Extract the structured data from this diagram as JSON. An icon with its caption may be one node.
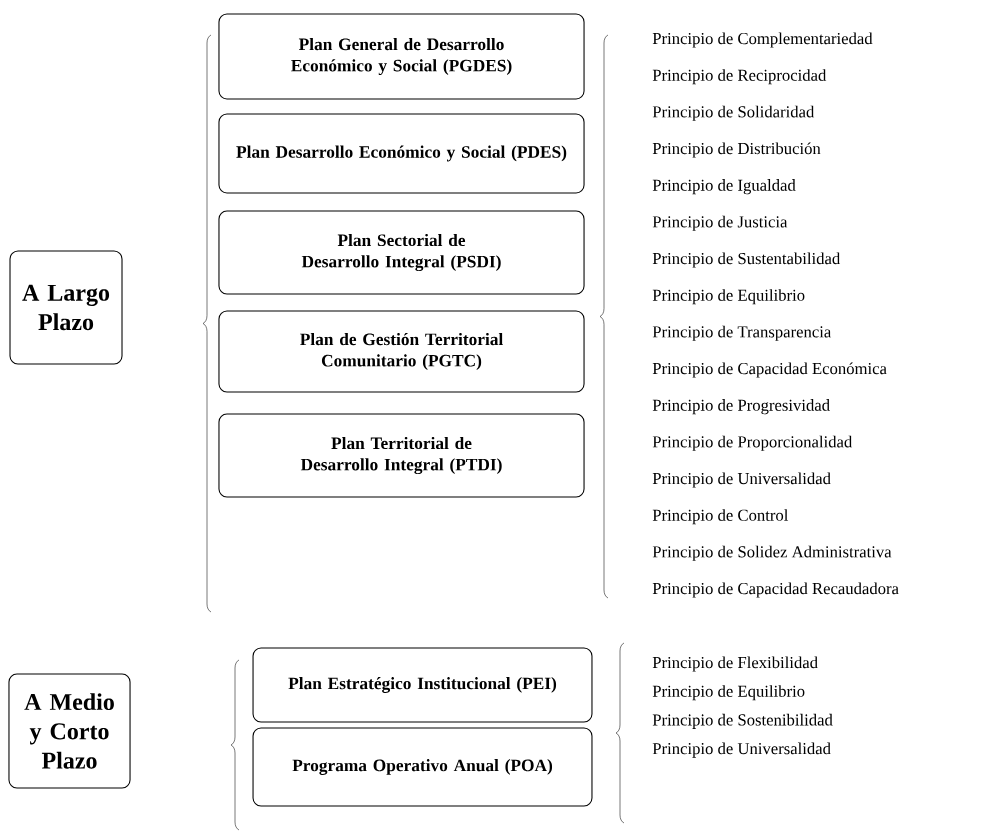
{
  "diagram": {
    "nodes": [
      {
        "text": [
          "A Largo Plazo"
        ]
      },
      {
        "text": [
          "Plan General de Desarrollo Económico y Social (PGDES)"
        ]
      },
      {
        "text": [
          "Plan Desarrollo Económico y Social (PDES)"
        ]
      },
      {
        "text": [
          "Plan Sectorial de Desarrollo Integral (PSDI)"
        ]
      },
      {
        "text": [
          "Plan de Gestión Territorial Comunitario (PGTC)"
        ]
      },
      {
        "text": [
          "Plan Territorial de Desarrollo Integral (PTDI)"
        ]
      },
      {
        "text": [
          "A Medio y Corto Plazo"
        ]
      },
      {
        "text": [
          "Plan Estratégico Institucional (PEI)"
        ]
      },
      {
        "text": [
          "Programa Operativo Anual (POA)"
        ]
      }
    ],
    "labels": [
      "Principio de Complementariedad",
      "Principio de Reciprocidad",
      "Principio de Solidaridad",
      "Principio de Distribución",
      "Principio de Igualdad",
      "Principio de Justicia",
      "Principio de Sustentabilidad",
      "Principio de Equilibrio",
      "Principio de Transparencia",
      "Principio de Capacidad Económica",
      "Principio de Progresividad",
      "Principio de Proporcionalidad",
      "Principio de Universalidad",
      "Principio de Control",
      "Principio de Solidez Administrativa",
      "Principio de Capacidad Recaudadora",
      "Principio de Flexibilidad",
      "Principio de Equilibrio",
      "Principio de Sostenibilidad",
      "Principio de Universalidad"
    ]
  }
}
